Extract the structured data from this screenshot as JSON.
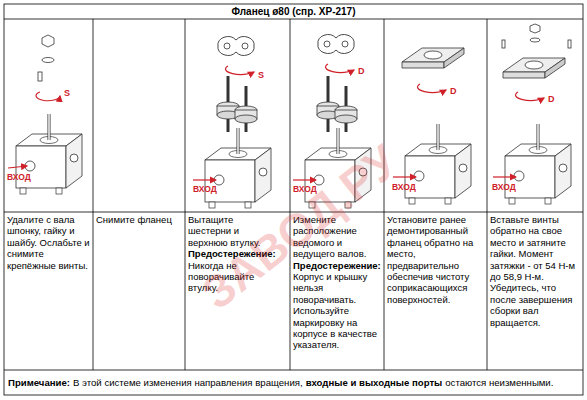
{
  "diagram": {
    "title": "Фланец ø80 (спр. XP-217)",
    "labels": [
      "ВХОД",
      "S",
      "S",
      "ВХОД",
      "D",
      "ВХОД",
      "D",
      "ВХОД",
      "D",
      "ВХОД",
      "Удалите с вала шпонку, гайку и шайбу. Ослабьте и снимите крепёжные винты.",
      "Снимите фланец",
      "Вытащите шестерни и верхнюю втулку.",
      "Предостережение:",
      "Никогда не поворачивайте втулку.",
      "Измените расположение ведомого и ведущего валов.",
      "Предостережение:",
      "Корпус и крышку нельзя поворачивать. Используйте маркировку на корпусе в качестве указателя.",
      "Установите ранее демонтированный фланец обратно на место, предварительно обеспечив чистоту соприкасающихся поверхностей.",
      "Вставьте винты обратно на свое место и затяните гайки. Момент затяжки - от 54 Н-м до 58,9 Н-м. Убедитесь, что после завершения сборки вал вращается.",
      "Примечание:",
      "В этой системе изменения направления вращения,",
      "входные и выходные порты",
      "остаются неизменными.",
      "ЗАВОД.РУ"
    ]
  }
}
